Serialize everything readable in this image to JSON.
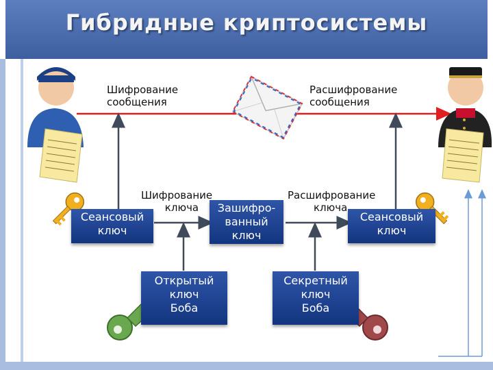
{
  "title": "Гибридные криптосистемы",
  "labels": {
    "encrypt_message": [
      "Шифрование",
      "сообщения"
    ],
    "decrypt_message": [
      "Расшифрование",
      "сообщения"
    ],
    "encrypt_key": [
      "Шифрование",
      "ключа"
    ],
    "decrypt_key": [
      "Расшифрование",
      "ключа"
    ]
  },
  "boxes": {
    "session_key_left": [
      "Сеансовый",
      "ключ"
    ],
    "encrypted_key": [
      "Зашифро-",
      "ванный",
      "ключ"
    ],
    "session_key_right": [
      "Сеансовый",
      "ключ"
    ],
    "public_key": [
      "Открытый",
      "ключ",
      "Боба"
    ],
    "secret_key": [
      "Секретный",
      "ключ",
      "Боба"
    ]
  },
  "colors": {
    "header": "#4a6cb0",
    "box": "#1f4596",
    "message_arrow": "#e02020",
    "flow_arrow": "#3f4a5a",
    "public_key_color": "#6aa84f",
    "secret_key_color": "#a0484a",
    "gold_key_color": "#f0b020"
  },
  "icons": {
    "sender": "person-cap-icon",
    "receiver": "person-uniform-icon",
    "envelope": "envelope-icon"
  }
}
